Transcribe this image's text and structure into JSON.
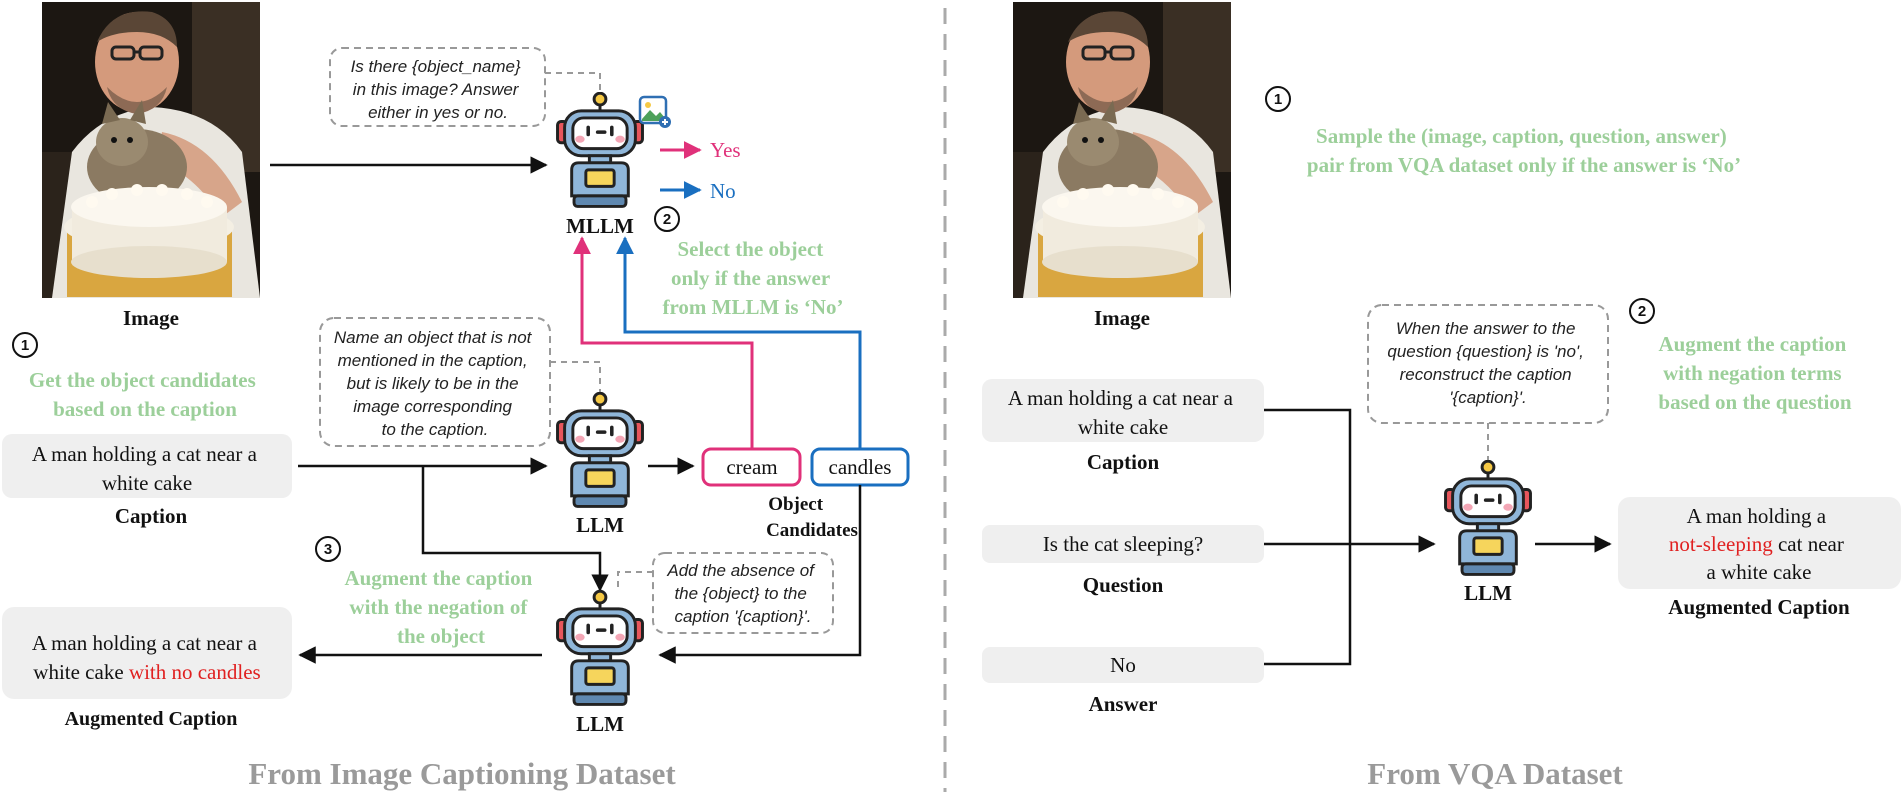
{
  "left": {
    "image_label": "Image",
    "step1_number": "1",
    "step1_lines": [
      "Get the object candidates",
      "based on the caption"
    ],
    "caption_lines": [
      "A man holding a cat near a",
      "white cake"
    ],
    "caption_label": "Caption",
    "mllm_prompt_lines": [
      "Is there {object_name}",
      "in this image? Answer",
      "either in yes or no."
    ],
    "mllm_label": "MLLM",
    "yes_label": "Yes",
    "no_label": "No",
    "step2_number": "2",
    "step2_lines": [
      "Select the object",
      "only if the answer",
      "from MLLM is ‘No’"
    ],
    "llm_prompt_lines": [
      "Name an object that is not",
      "mentioned in the caption,",
      "but is likely to be in the",
      "image corresponding",
      "to the caption."
    ],
    "llm_label": "LLM",
    "candidates": [
      "cream",
      "candles"
    ],
    "candidates_label_lines": [
      "Object",
      "Candidates"
    ],
    "step3_number": "3",
    "step3_lines": [
      "Augment the caption",
      "with the negation of",
      "the object"
    ],
    "absence_prompt_lines": [
      "Add the absence of",
      "the {object} to the",
      "caption '{caption}'."
    ],
    "aug_caption_line1": "A man holding a cat near a",
    "aug_caption_line2_plain": "white cake ",
    "aug_caption_line2_highlight": "with no candles",
    "aug_llm_label": "LLM",
    "aug_caption_label": "Augmented Caption",
    "footer": "From Image Captioning Dataset"
  },
  "right": {
    "image_label": "Image",
    "step1_number": "1",
    "step1_lines": [
      "Sample the (image, caption, question, answer)",
      "pair from VQA dataset only if the answer is ‘No’"
    ],
    "step2_number": "2",
    "step2_lines": [
      "Augment the caption",
      "with negation terms",
      "based on the question"
    ],
    "prompt_lines": [
      "When the answer to the",
      "question {question} is 'no',",
      "reconstruct the caption",
      "'{caption}'."
    ],
    "caption_lines": [
      "A man holding a cat near a",
      "white cake"
    ],
    "caption_label": "Caption",
    "question": "Is the cat sleeping?",
    "question_label": "Question",
    "answer": "No",
    "answer_label": "Answer",
    "llm_label": "LLM",
    "aug_line1": "A man holding a",
    "aug_line2_highlight": "not-sleeping",
    "aug_line2_plain": " cat near",
    "aug_line3": "a white cake",
    "aug_label": "Augmented Caption",
    "footer": "From VQA Dataset"
  },
  "colors": {
    "pink": "#e0317a",
    "blue": "#1a6fc0",
    "green_text": "#9ccf9a",
    "red_text": "#e02020",
    "gray_box": "#efefef",
    "footer_gray": "#9a9a9a"
  },
  "icons": [
    "photo-icon",
    "robot-icon",
    "image-badge-icon"
  ]
}
